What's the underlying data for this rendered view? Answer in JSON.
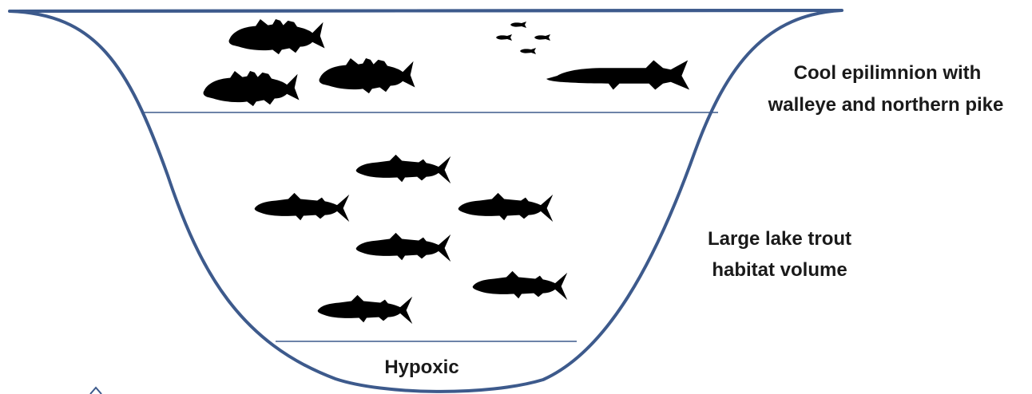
{
  "colors": {
    "outline": "#3d5a8c",
    "fish": "#000000",
    "text": "#1a1a1a",
    "background": "#ffffff"
  },
  "labels": {
    "epilimnion_line1": "Cool epilimnion with",
    "epilimnion_line2": "walleye and northern pike",
    "trout_line1": "Large lake trout",
    "trout_line2": "habitat volume",
    "hypoxic": "Hypoxic"
  },
  "fish": {
    "walleye_count": 3,
    "small_fish_count": 4,
    "northern_pike_count": 1,
    "lake_trout_count": 6
  }
}
